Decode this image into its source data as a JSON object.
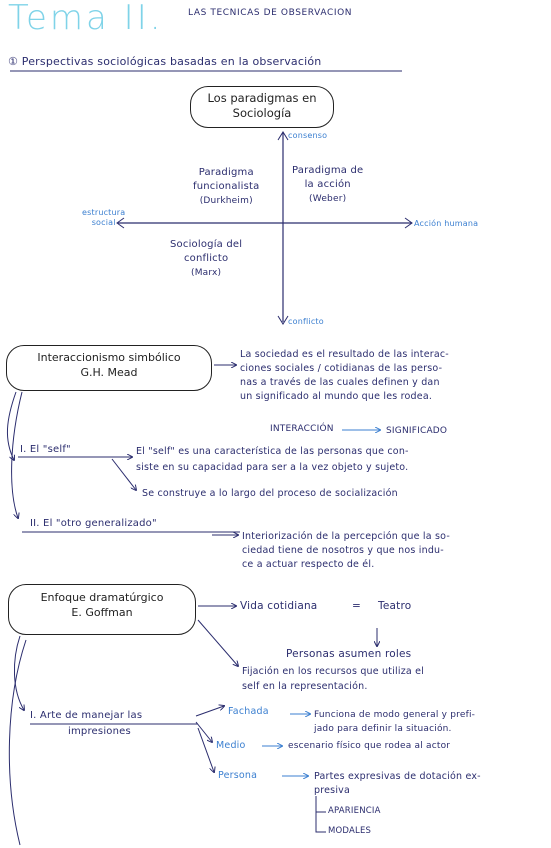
{
  "header": {
    "title": "Tema II.",
    "subtitle": "LAS TECNICAS DE OBSERVACION"
  },
  "section1": {
    "heading": "① Perspectivas sociológicas basadas en la observación",
    "cloud_line1": "Los paradigmas en",
    "cloud_line2": "Sociología",
    "axis": {
      "top": "consenso",
      "bottom": "conflicto",
      "left_line1": "estructura",
      "left_line2": "social",
      "right": "Acción humana"
    },
    "quadrants": {
      "tl_line1": "Paradigma",
      "tl_line2": "funcionalista",
      "tl_line3": "(Durkheim)",
      "tr_line1": "Paradigma de",
      "tr_line2": "la acción",
      "tr_line3": "(Weber)",
      "bl_line1": "Sociología del",
      "bl_line2": "conflicto",
      "bl_line3": "(Marx)"
    }
  },
  "section2": {
    "cloud_line1": "Interaccionismo simbólico",
    "cloud_line2": "G.H. Mead",
    "desc": [
      "La sociedad es el resultado de las interac-",
      "ciones sociales / cotidianas de las perso-",
      "nas a través de las cuales definen y dan",
      "un significado al mundo que les rodea."
    ],
    "interaccion": "INTERACCIÓN",
    "significado": "SIGNIFICADO",
    "self_label": "I. El \"self\"",
    "self_desc": [
      "El \"self\" es una característica de las personas que con-",
      "siste en su capacidad para ser a la vez objeto y sujeto."
    ],
    "self_desc2": "Se construye a lo largo del proceso de socialización",
    "otro_label": "II. El \"otro generalizado\"",
    "otro_desc": [
      "Interiorización de la percepción que la so-",
      "ciedad tiene de nosotros y que nos indu-",
      "ce a actuar respecto de él."
    ]
  },
  "section3": {
    "cloud_line1": "Enfoque dramatúrgico",
    "cloud_line2": "E. Goffman",
    "vida": "Vida cotidiana",
    "eq": "=",
    "teatro": "Teatro",
    "personas": "Personas asumen roles",
    "fijacion": [
      "Fijación en los recursos que utiliza el",
      "self en la representación."
    ],
    "arte_line1": "I. Arte de manejar las",
    "arte_line2": "impresiones",
    "fachada": "Fachada",
    "fachada_desc": [
      "Funciona de modo general y prefi-",
      "jado para definir la situación."
    ],
    "medio": "Medio",
    "medio_desc": "escenario físico que rodea al actor",
    "persona": "Persona",
    "persona_desc": [
      "Partes expresivas de dotación ex-",
      "presiva"
    ],
    "apariencia": "APARIENCIA",
    "modales": "MODALES"
  }
}
